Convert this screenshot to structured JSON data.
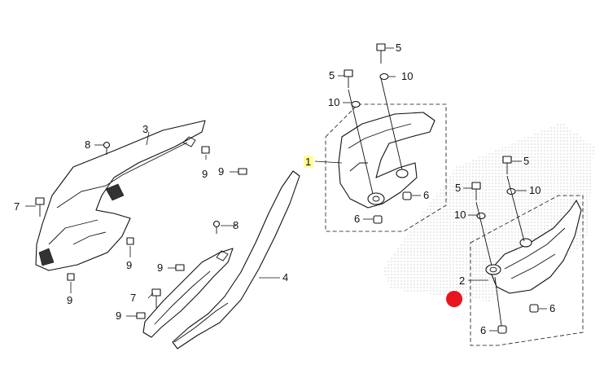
{
  "labels": {
    "part_1": "1",
    "part_2": "2",
    "part_3": "3",
    "part_4": "4",
    "part_5a": "5",
    "part_5b": "5",
    "part_5c": "5",
    "part_5d": "5",
    "part_6a": "6",
    "part_6b": "6",
    "part_6c": "6",
    "part_6d": "6",
    "part_7a": "7",
    "part_7b": "7",
    "part_8a": "8",
    "part_8b": "8",
    "part_9a": "9",
    "part_9b": "9",
    "part_9c": "9",
    "part_9d": "9",
    "part_9e": "9",
    "part_9f": "9",
    "part_10a": "10",
    "part_10b": "10",
    "part_10c": "10",
    "part_10d": "10"
  },
  "colors": {
    "highlight": "#ffff99",
    "marker": "#e8141e",
    "line": "#111111"
  }
}
